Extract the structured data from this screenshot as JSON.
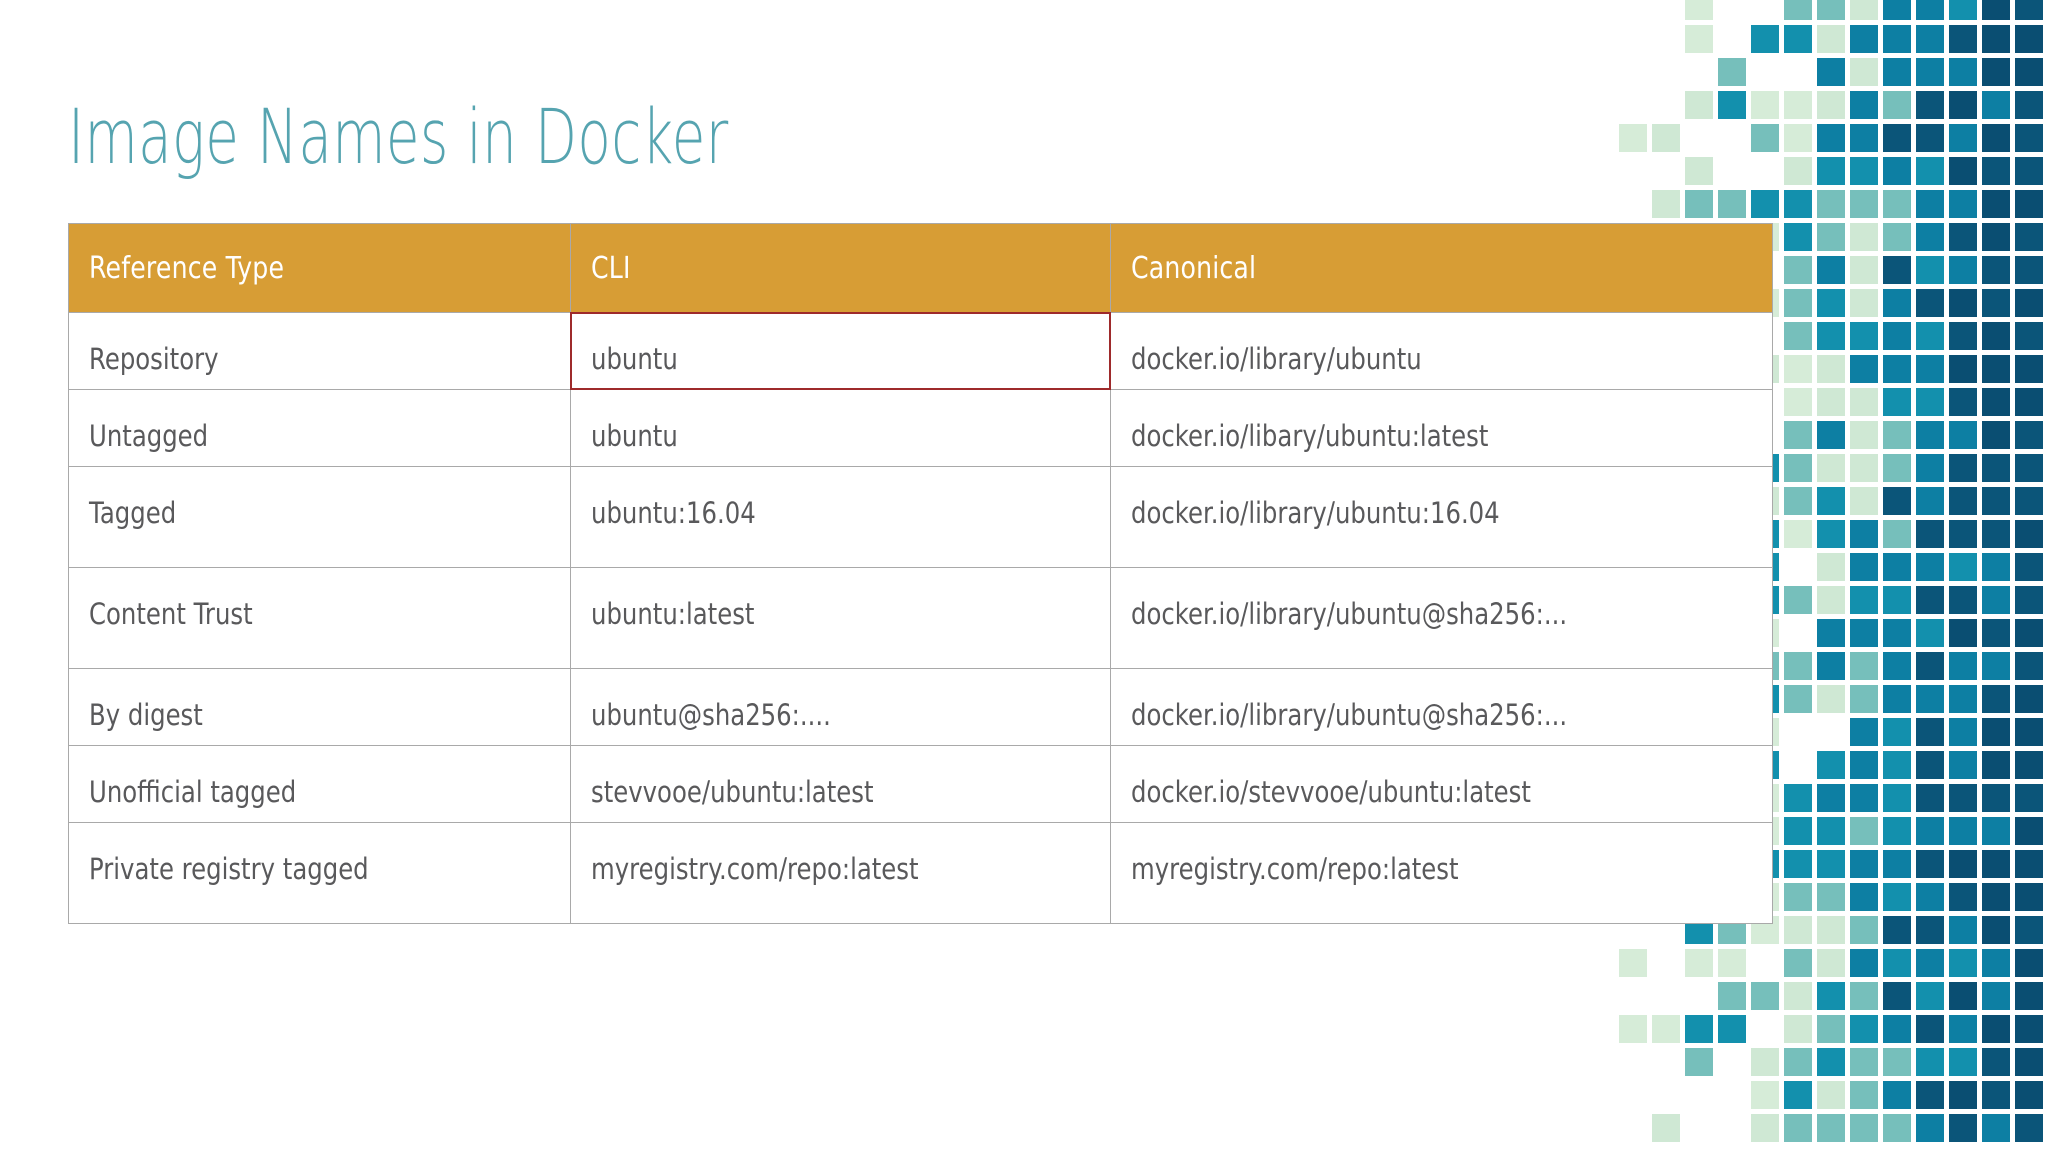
{
  "page": {
    "title": "Image Names in Docker",
    "title_color": "#56a4b0"
  },
  "table": {
    "header_bg": "#d79d35",
    "header_text_color": "#ffffff",
    "border_color": "#a9a9a9",
    "body_text_color": "#59595b",
    "highlight_color": "#9e2a2b",
    "columns": [
      {
        "key": "reference_type",
        "label": "Reference Type"
      },
      {
        "key": "cli",
        "label": "CLI"
      },
      {
        "key": "canonical",
        "label": "Canonical"
      }
    ],
    "rows": [
      {
        "reference_type": "Repository",
        "cli": "ubuntu",
        "canonical": "docker.io/library/ubuntu",
        "highlighted_cell": "cli"
      },
      {
        "reference_type": "Untagged",
        "cli": "ubuntu",
        "canonical": "docker.io/libary/ubuntu:latest",
        "highlighted_cell": null
      },
      {
        "reference_type": "Tagged",
        "cli": "ubuntu:16.04",
        "canonical": "docker.io/library/ubuntu:16.04",
        "highlighted_cell": null
      },
      {
        "reference_type": "Content Trust",
        "cli": "ubuntu:latest",
        "canonical": "docker.io/library/ubuntu@sha256:...",
        "highlighted_cell": null
      },
      {
        "reference_type": "By digest",
        "cli": "ubuntu@sha256:....",
        "canonical": "docker.io/library/ubuntu@sha256:...",
        "highlighted_cell": null
      },
      {
        "reference_type": "Unofficial tagged",
        "cli": "stevvooe/ubuntu:latest",
        "canonical": "docker.io/stevvooe/ubuntu:latest",
        "highlighted_cell": null
      },
      {
        "reference_type": "Private registry tagged",
        "cli": "myregistry.com/repo:latest",
        "canonical": "myregistry.com/repo:latest",
        "highlighted_cell": null
      }
    ]
  },
  "decoration": {
    "name": "pixel-mosaic",
    "palette": {
      "pale_green": "#d6ecd8",
      "mint": "#cfe8d4",
      "teal": "#76bfbb",
      "cyan": "#1390ad",
      "blue": "#0d7fa3",
      "navy": "#0b5579",
      "deep_navy": "#0a4e72"
    },
    "cell_size": 28,
    "cell_pitch": 33,
    "columns": 13,
    "rows": 35
  }
}
